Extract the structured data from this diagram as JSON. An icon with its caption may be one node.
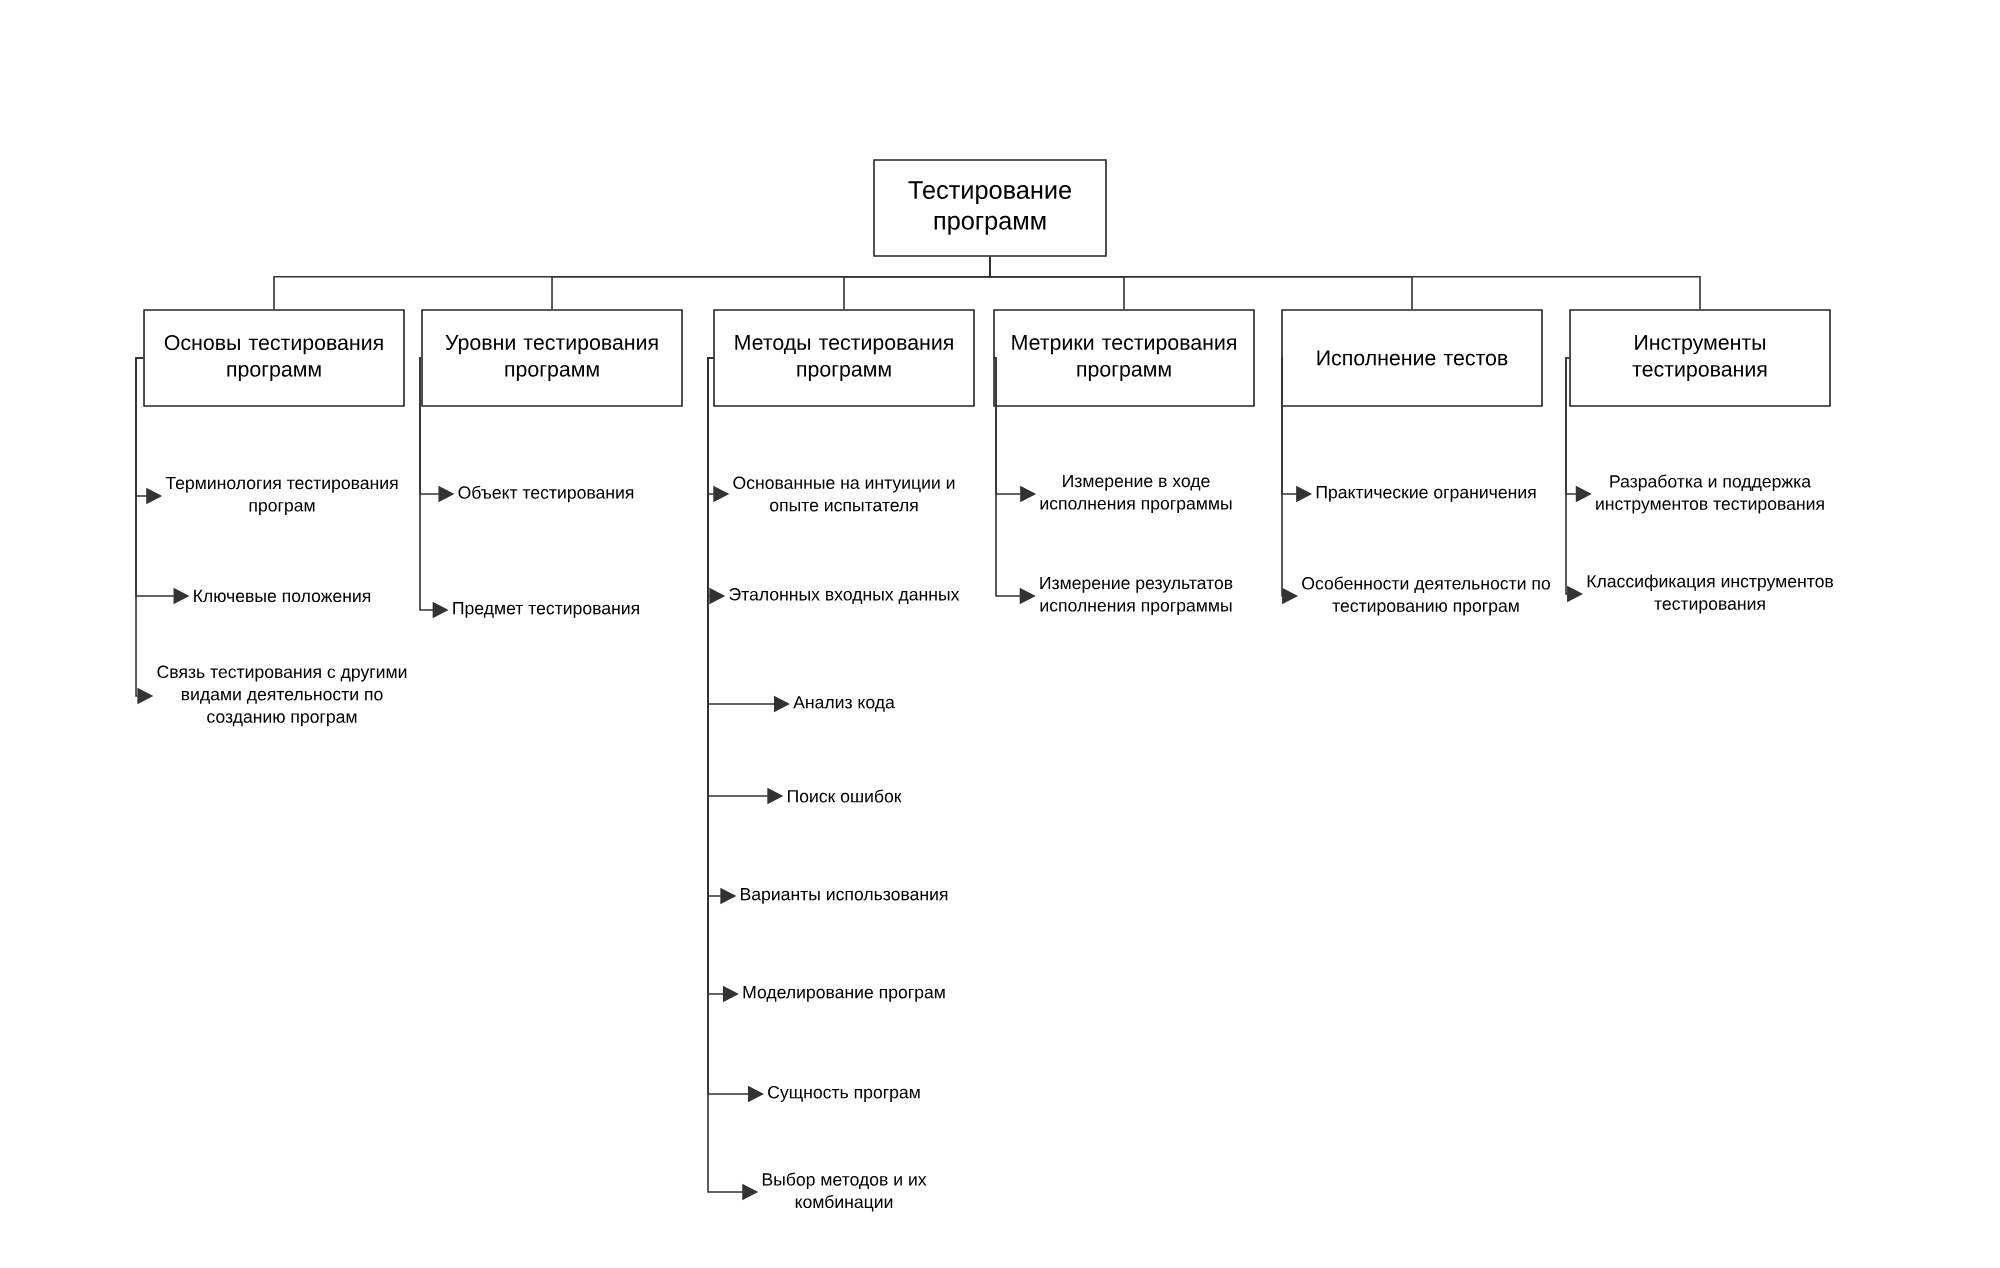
{
  "diagram": {
    "nodes": [
      {
        "text": [
          "Тестирование программ"
        ]
      },
      {
        "text": [
          "Основы тестирования программ"
        ]
      },
      {
        "text": [
          "Уровни тестирования программ"
        ]
      },
      {
        "text": [
          "Методы тестирования программ"
        ]
      },
      {
        "text": [
          "Метрики тестирования программ"
        ]
      },
      {
        "text": [
          "Исполнение тестов"
        ]
      },
      {
        "text": [
          "Инструменты тестирования"
        ]
      },
      {
        "text": [
          "Терминология тестирования програм"
        ]
      },
      {
        "text": [
          "Ключевые положения"
        ]
      },
      {
        "text": [
          "Связь тестирования с другими видами деятельности по созданию програм"
        ]
      },
      {
        "text": [
          "Объект тестирования"
        ]
      },
      {
        "text": [
          "Предмет тестирования"
        ]
      },
      {
        "text": [
          "Основанные на интуиции и опыте испытателя"
        ]
      },
      {
        "text": [
          "Эталонных входных данных"
        ]
      },
      {
        "text": [
          "Анализ кода"
        ]
      },
      {
        "text": [
          "Поиск ошибок"
        ]
      },
      {
        "text": [
          "Варианты использования"
        ]
      },
      {
        "text": [
          "Моделирование програм"
        ]
      },
      {
        "text": [
          "Сущность програм"
        ]
      },
      {
        "text": [
          "Выбор методов и их комбинации"
        ]
      },
      {
        "text": [
          "Измерение в ходе исполнения программы"
        ]
      },
      {
        "text": [
          "Измерение результатов исполнения программы"
        ]
      },
      {
        "text": [
          "Практические ограничения"
        ]
      },
      {
        "text": [
          "Особенности деятельности по тестированию програм"
        ]
      },
      {
        "text": [
          "Разработка и поддержка инструментов тестирования"
        ]
      },
      {
        "text": [
          "Классификация инструментов тестирования"
        ]
      }
    ],
    "edges": [
      {
        "from": 0,
        "to": 1,
        "arrow": "none"
      },
      {
        "from": 0,
        "to": 2,
        "arrow": "none"
      },
      {
        "from": 0,
        "to": 3,
        "arrow": "none"
      },
      {
        "from": 0,
        "to": 4,
        "arrow": "none"
      },
      {
        "from": 0,
        "to": 5,
        "arrow": "none"
      },
      {
        "from": 0,
        "to": 6,
        "arrow": "none"
      },
      {
        "from": 1,
        "to": 7,
        "arrow": "to"
      },
      {
        "from": 1,
        "to": 8,
        "arrow": "to"
      },
      {
        "from": 1,
        "to": 9,
        "arrow": "to"
      },
      {
        "from": 2,
        "to": 10,
        "arrow": "to"
      },
      {
        "from": 2,
        "to": 11,
        "arrow": "to"
      },
      {
        "from": 3,
        "to": 12,
        "arrow": "to"
      },
      {
        "from": 3,
        "to": 13,
        "arrow": "to"
      },
      {
        "from": 3,
        "to": 14,
        "arrow": "to"
      },
      {
        "from": 3,
        "to": 15,
        "arrow": "to"
      },
      {
        "from": 3,
        "to": 16,
        "arrow": "to"
      },
      {
        "from": 3,
        "to": 17,
        "arrow": "to"
      },
      {
        "from": 3,
        "to": 18,
        "arrow": "to"
      },
      {
        "from": 3,
        "to": 19,
        "arrow": "to"
      },
      {
        "from": 4,
        "to": 20,
        "arrow": "to"
      },
      {
        "from": 4,
        "to": 21,
        "arrow": "to"
      },
      {
        "from": 5,
        "to": 22,
        "arrow": "to"
      },
      {
        "from": 5,
        "to": 23,
        "arrow": "to"
      },
      {
        "from": 6,
        "to": 24,
        "arrow": "to"
      },
      {
        "from": 6,
        "to": 25,
        "arrow": "to"
      }
    ]
  }
}
